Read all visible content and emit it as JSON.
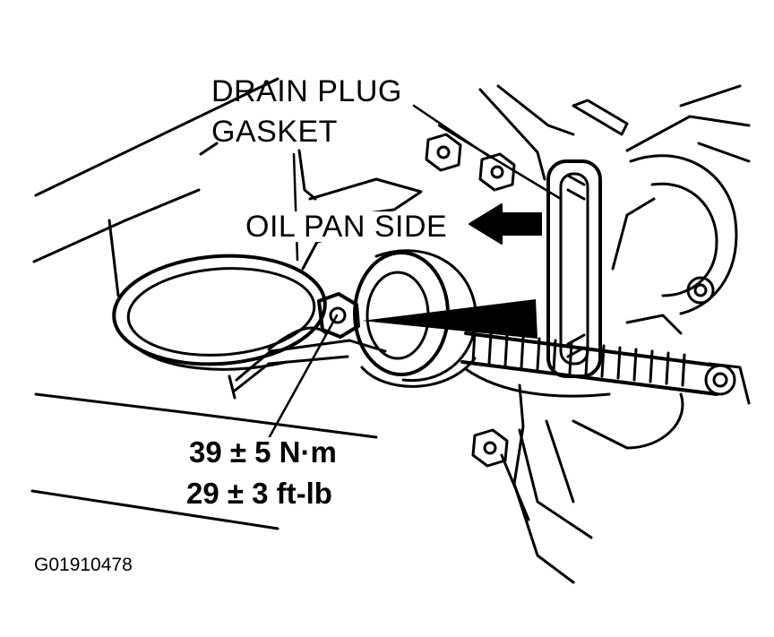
{
  "labels": {
    "drain_plug": "DRAIN PLUG",
    "gasket": "GASKET",
    "oil_pan_side": "OIL PAN SIDE",
    "torque_metric": "39 ± 5 N·m",
    "torque_imperial": "29 ± 3 ft-lb"
  },
  "figure_code": "G01910478",
  "colors": {
    "ink": "#000000",
    "paper": "#ffffff"
  }
}
